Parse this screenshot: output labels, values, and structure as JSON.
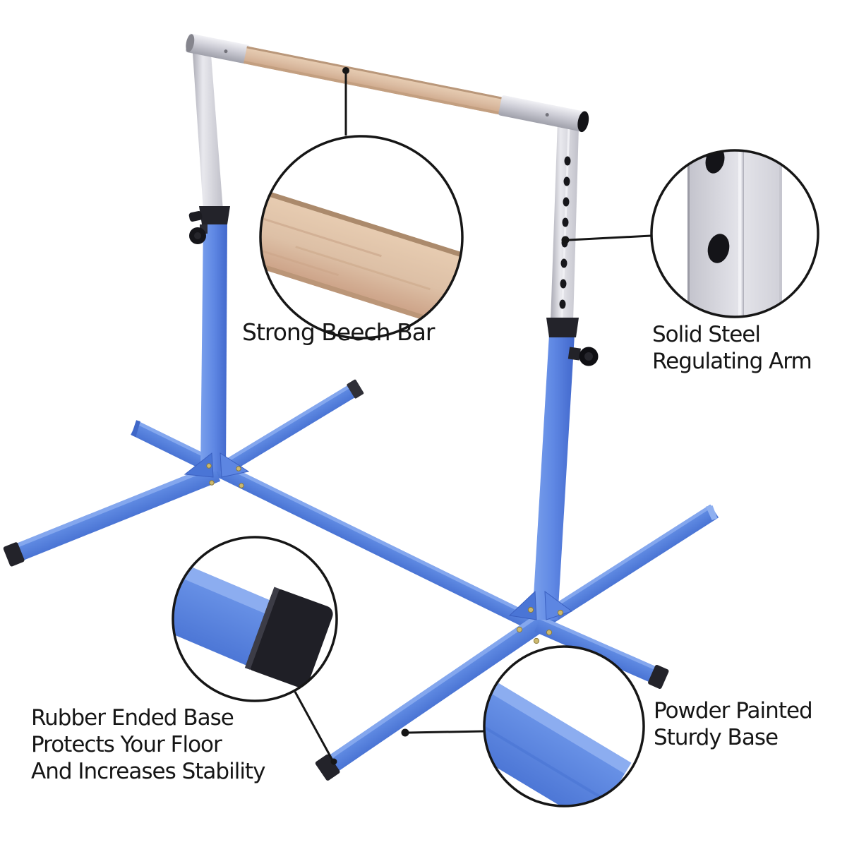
{
  "figure": {
    "kind": "annotated product photo",
    "subject": "adjustable gymnastics horizontal kip bar with callout magnifier circles",
    "background_color": "#ffffff"
  },
  "colors": {
    "frame_blue": "#5f88e4",
    "frame_blue_light": "#84a7ee",
    "frame_blue_dark": "#4a74d4",
    "beech_wood": "#dcbda3",
    "steel_silver": "#d3d3da",
    "rubber_black": "#23232a",
    "callout_line": "#161616",
    "label_text": "#161616"
  },
  "annotations": {
    "beech_bar": {
      "lines": [
        "Strong Beech Bar"
      ]
    },
    "regulating_arm": {
      "lines": [
        "Solid Steel",
        "Regulating Arm"
      ]
    },
    "rubber_base": {
      "lines": [
        "Rubber Ended Base",
        "Protects Your Floor",
        "And Increases Stability"
      ]
    },
    "sturdy_base": {
      "lines": [
        "Powder Painted",
        "Sturdy Base"
      ]
    }
  }
}
